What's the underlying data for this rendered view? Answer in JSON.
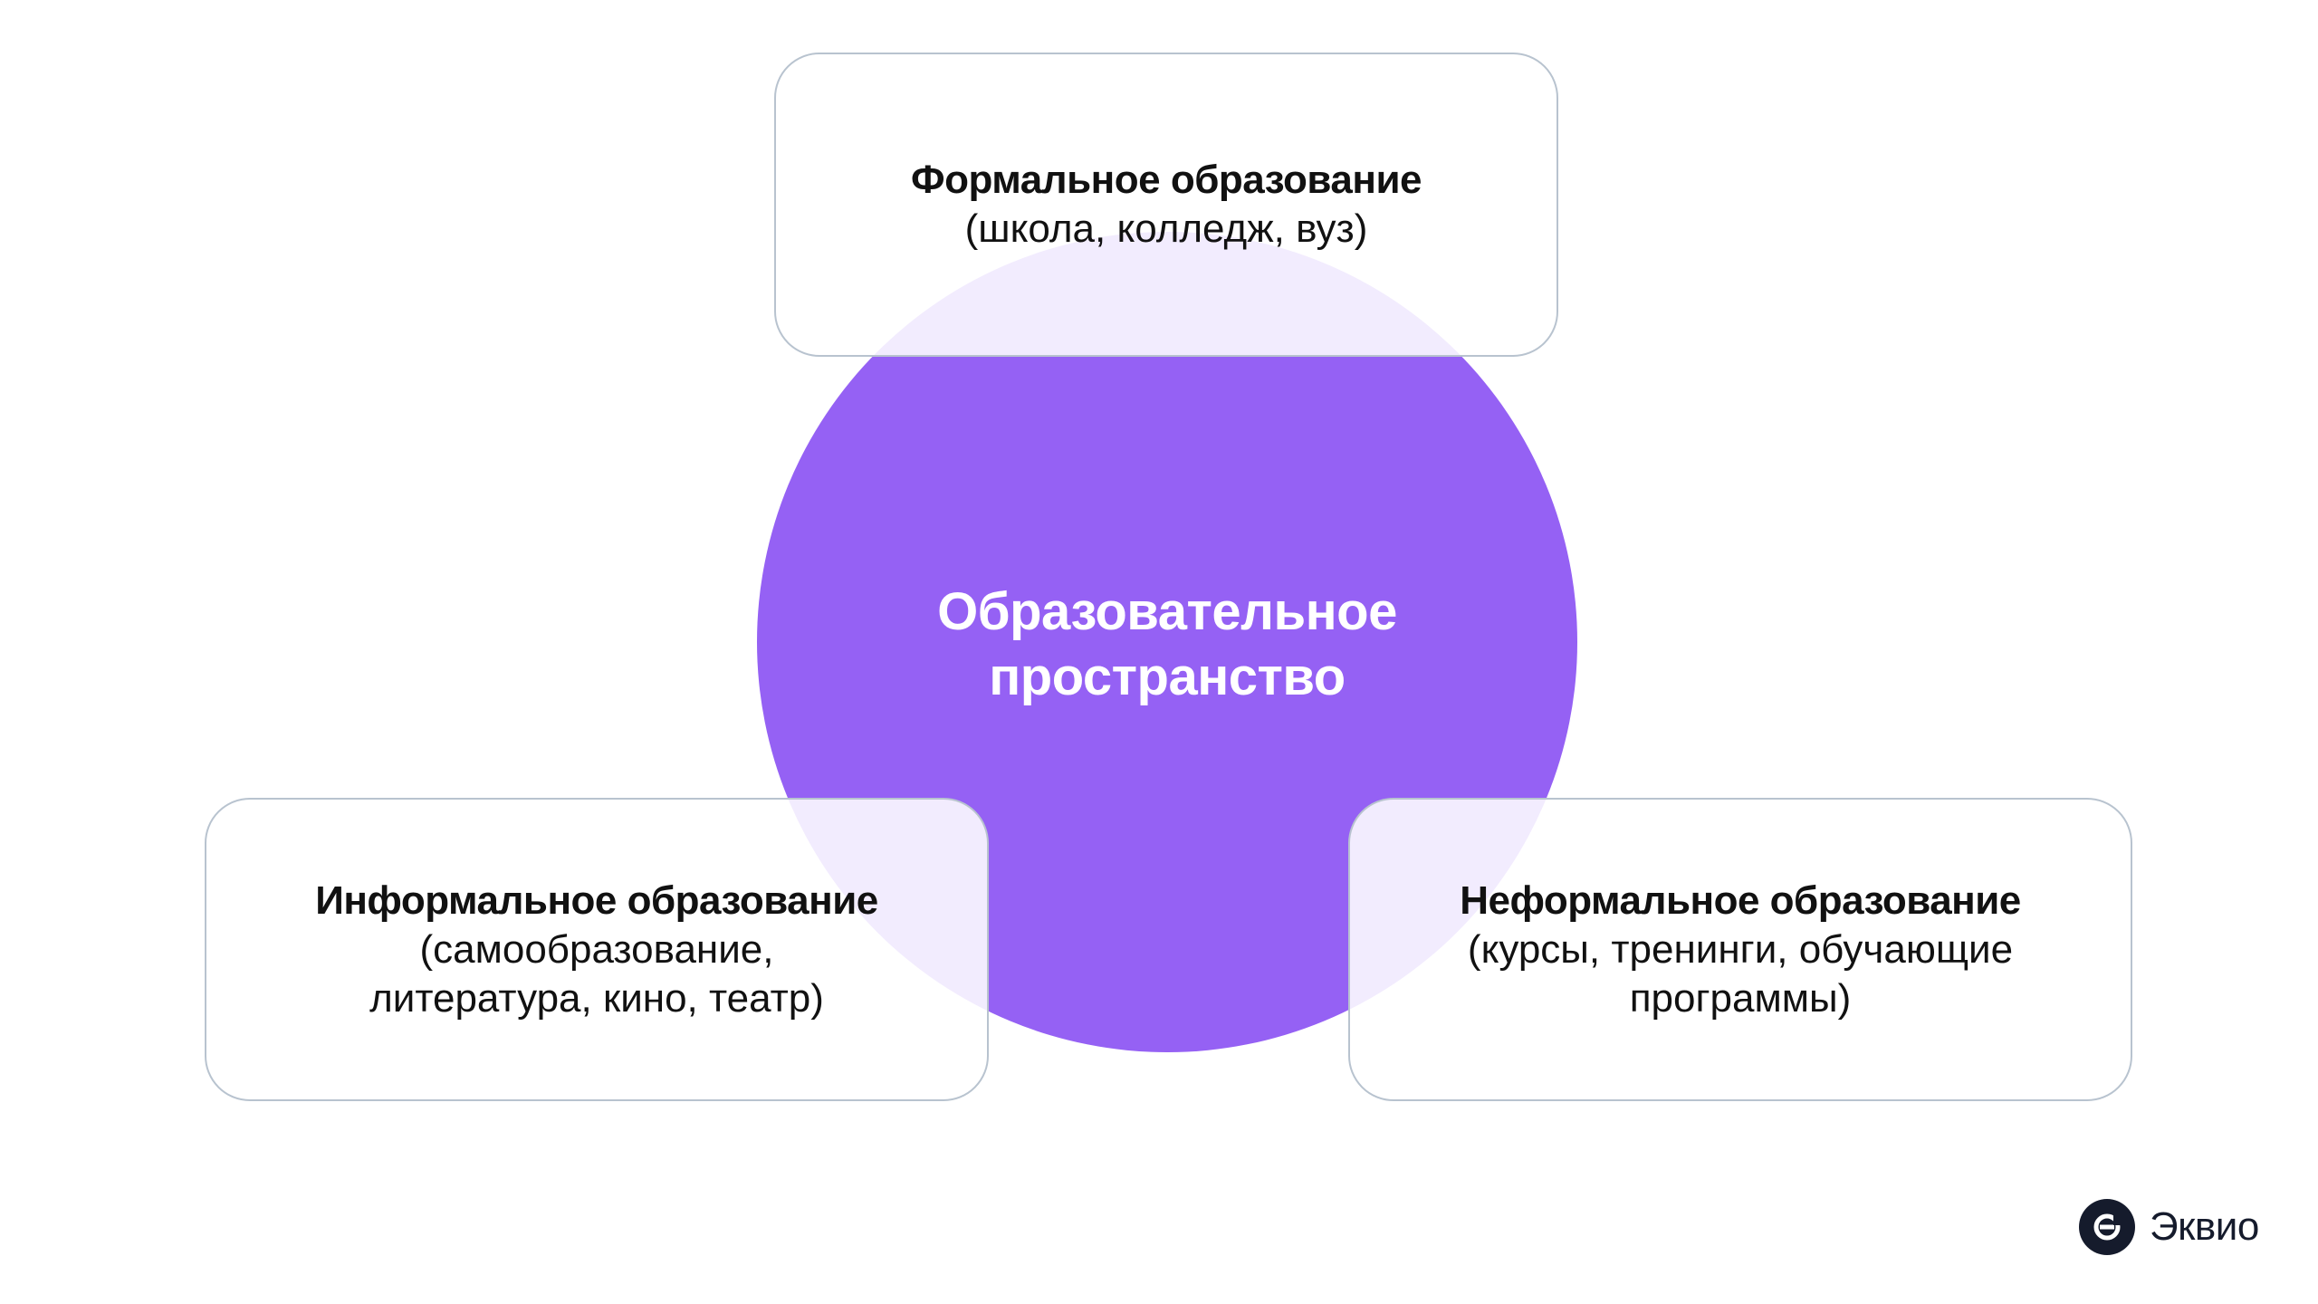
{
  "colors": {
    "circle": "#9561f4",
    "card_border": "#b8c3cf",
    "text_dark": "#111111",
    "text_light": "#ffffff",
    "logo_dark": "#151b2c"
  },
  "center": {
    "line1": "Образовательное",
    "line2": "пространство"
  },
  "cards": {
    "top": {
      "title": "Формальное образование",
      "sub_line1": "(школа, колледж, вуз)"
    },
    "left": {
      "title": "Информальное образование",
      "sub_line1": "(самообразование,",
      "sub_line2": "литература, кино, театр)"
    },
    "right": {
      "title": "Неформальное образование",
      "sub_line1": "(курсы, тренинги, обучающие",
      "sub_line2": "программы)"
    }
  },
  "logo": {
    "icon": "ekvio-logo-icon",
    "text": "Эквио"
  }
}
